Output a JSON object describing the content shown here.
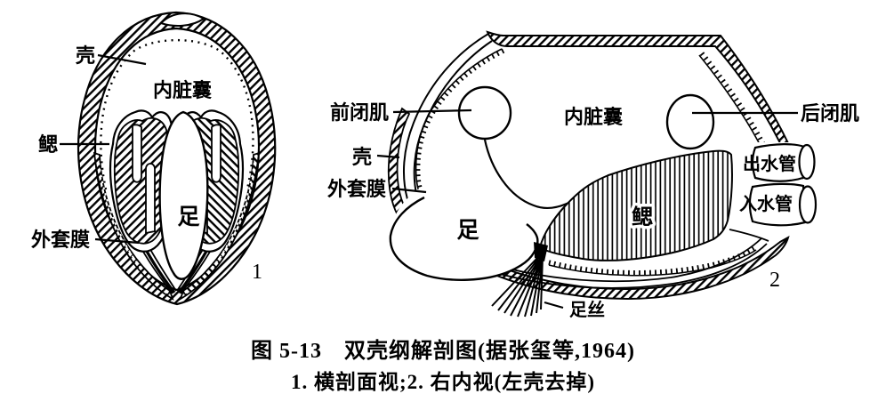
{
  "figure": {
    "caption_line1": "图 5-13　双壳纲解剖图(据张玺等,1964)",
    "caption_line2": "1. 横剖面视;2. 右内视(左壳去掉)"
  },
  "colors": {
    "ink": "#000000",
    "paper": "#ffffff"
  },
  "cross_section_view": {
    "figure_number": "1",
    "labels": {
      "shell": "壳",
      "gill": "鳃",
      "mantle": "外套膜",
      "visceral_mass": "内脏囊",
      "foot": "足"
    }
  },
  "lateral_view": {
    "figure_number": "2",
    "labels": {
      "anterior_adductor": "前闭肌",
      "shell": "壳",
      "mantle": "外套膜",
      "visceral_mass": "内脏囊",
      "posterior_adductor": "后闭肌",
      "exhalant_siphon": "出水管",
      "inhalant_siphon": "入水管",
      "gill": "鳃",
      "foot": "足",
      "byssus": "足丝"
    }
  }
}
